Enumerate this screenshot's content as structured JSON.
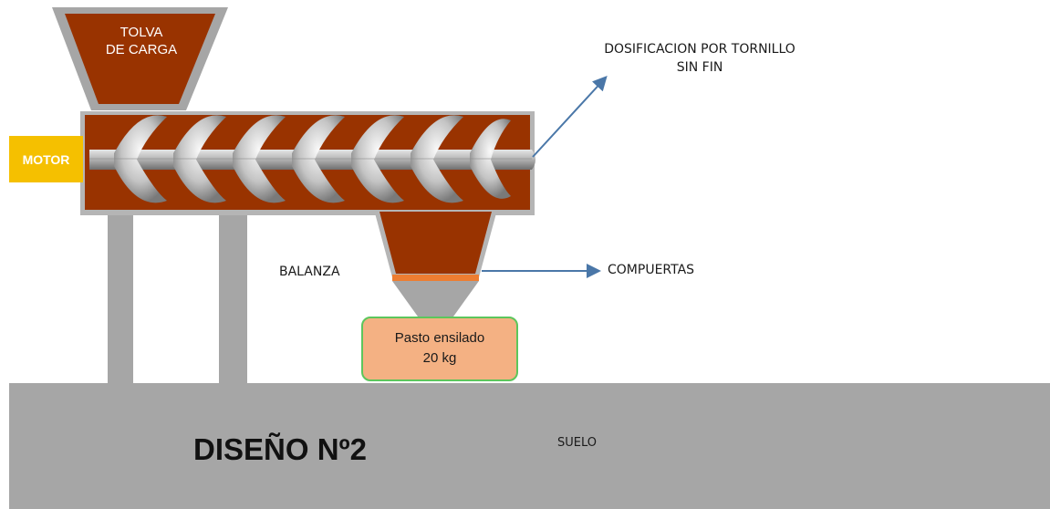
{
  "labels": {
    "hopper_line1": "TOLVA",
    "hopper_line2": "DE CARGA",
    "motor": "MOTOR",
    "screw_line1": "DOSIFICACION POR TORNILLO",
    "screw_line2": "SIN FIN",
    "scale": "BALANZA",
    "gates": "COMPUERTAS",
    "bag_line1": "Pasto ensilado",
    "bag_line2": "20 kg",
    "design_title": "DISEÑO Nº2",
    "ground": "SUELO"
  },
  "colors": {
    "housing": "#993300",
    "hopper_frame": "#a6a6a6",
    "motor": "#f5c000",
    "gate": "#ed7d31",
    "ground": "#a6a6a6",
    "bag_fill": "#f4b183",
    "bag_border": "#5cc65c",
    "arrow": "#4a77a8"
  }
}
